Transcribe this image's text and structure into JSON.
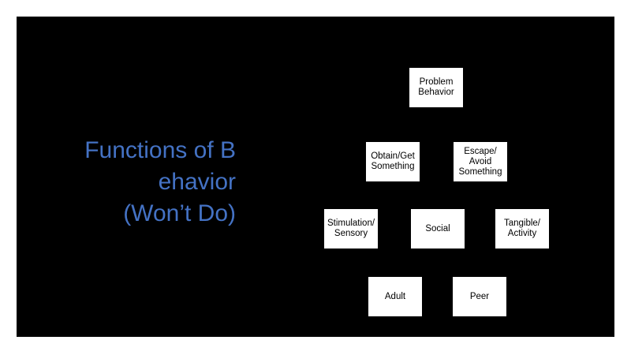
{
  "title": {
    "line1": "Functions of B",
    "line2": "ehavior",
    "line3": "(Won’t Do)"
  },
  "diagram": {
    "problem_behavior": "Problem\nBehavior",
    "obtain": "Obtain/Get\nSomething",
    "escape": "Escape/\nAvoid\nSomething",
    "stimulation": "Stimulation/\nSensory",
    "social": "Social",
    "tangible": "Tangible/\nActivity",
    "adult": "Adult",
    "peer": "Peer"
  },
  "colors": {
    "title": "#4472c4",
    "slide_background": "#000000",
    "node_background": "#ffffff"
  }
}
